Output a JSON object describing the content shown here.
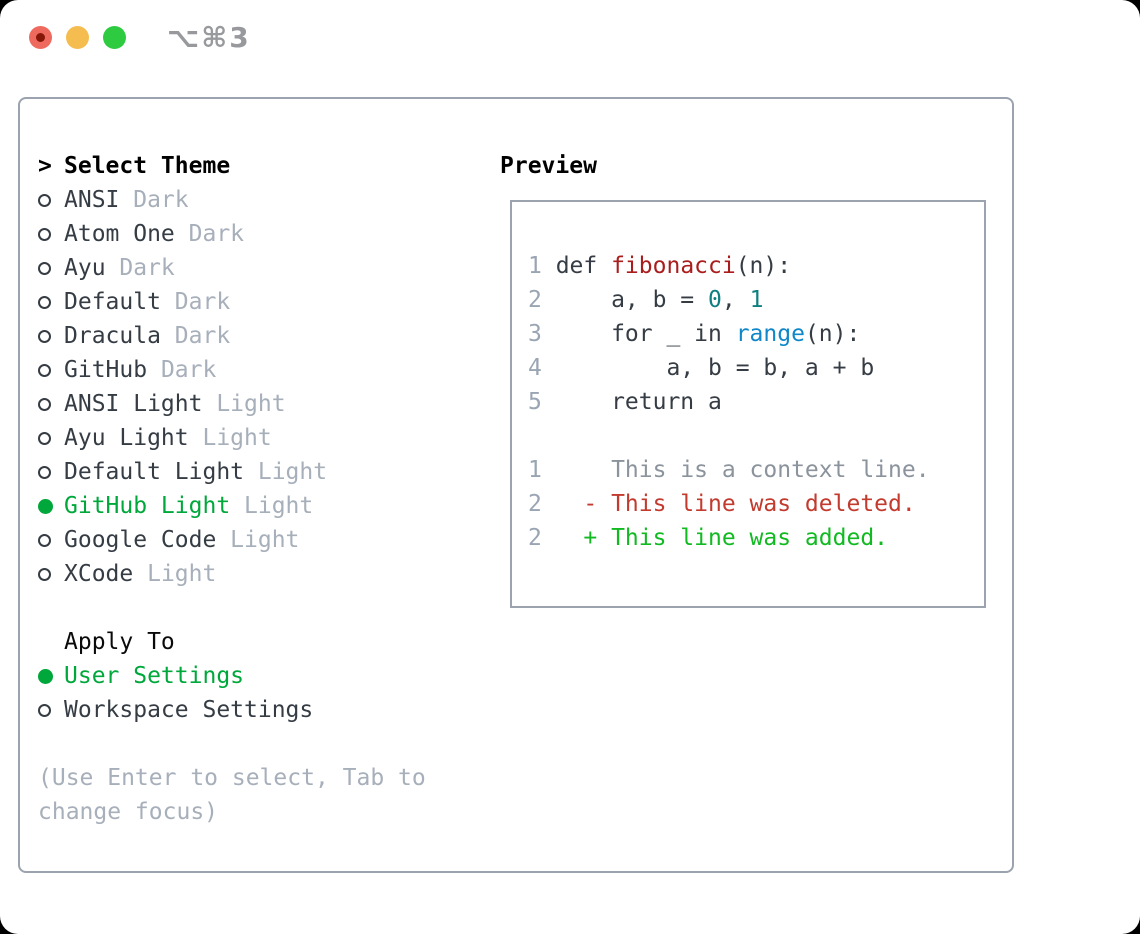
{
  "window": {
    "shortcut_label": "⌥⌘3",
    "traffic_lights": [
      "close",
      "minimize",
      "zoom"
    ]
  },
  "theme_panel": {
    "select_header": {
      "prefix": ">",
      "label": "Select Theme"
    },
    "radio_unselected_glyph": "○",
    "radio_selected_glyph": "●",
    "themes": [
      {
        "name": "ANSI",
        "variant": "Dark",
        "selected": false
      },
      {
        "name": "Atom One",
        "variant": "Dark",
        "selected": false
      },
      {
        "name": "Ayu",
        "variant": "Dark",
        "selected": false
      },
      {
        "name": "Default",
        "variant": "Dark",
        "selected": false
      },
      {
        "name": "Dracula",
        "variant": "Dark",
        "selected": false
      },
      {
        "name": "GitHub",
        "variant": "Dark",
        "selected": false
      },
      {
        "name": "ANSI Light",
        "variant": "Light",
        "selected": false
      },
      {
        "name": "Ayu Light",
        "variant": "Light",
        "selected": false
      },
      {
        "name": "Default Light",
        "variant": "Light",
        "selected": false
      },
      {
        "name": "GitHub Light",
        "variant": "Light",
        "selected": true
      },
      {
        "name": "Google Code",
        "variant": "Light",
        "selected": false
      },
      {
        "name": "XCode",
        "variant": "Light",
        "selected": false
      }
    ],
    "apply_to": {
      "header": "Apply To",
      "options": [
        {
          "name": "User Settings",
          "selected": true
        },
        {
          "name": "Workspace Settings",
          "selected": false
        }
      ]
    },
    "hint": "(Use Enter to select, Tab to change focus)"
  },
  "preview": {
    "title": "Preview",
    "lines": [
      {
        "num": "1",
        "tokens": [
          {
            "t": "def ",
            "c": "plain"
          },
          {
            "t": "fibonacci",
            "c": "func"
          },
          {
            "t": "(n):",
            "c": "plain"
          }
        ]
      },
      {
        "num": "2",
        "tokens": [
          {
            "t": "    a, b = ",
            "c": "plain"
          },
          {
            "t": "0",
            "c": "num"
          },
          {
            "t": ", ",
            "c": "plain"
          },
          {
            "t": "1",
            "c": "num"
          }
        ]
      },
      {
        "num": "3",
        "tokens": [
          {
            "t": "    for _ in ",
            "c": "plain"
          },
          {
            "t": "range",
            "c": "builtin"
          },
          {
            "t": "(n):",
            "c": "plain"
          }
        ]
      },
      {
        "num": "4",
        "tokens": [
          {
            "t": "        a, b = b, a + b",
            "c": "plain"
          }
        ]
      },
      {
        "num": "5",
        "tokens": [
          {
            "t": "    return a",
            "c": "plain"
          }
        ]
      },
      {
        "num": "",
        "tokens": []
      },
      {
        "num": "1",
        "tokens": [
          {
            "t": "    This is a context line.",
            "c": "context"
          }
        ]
      },
      {
        "num": "2",
        "tokens": [
          {
            "t": "  - This line was deleted.",
            "c": "deleted"
          }
        ]
      },
      {
        "num": "2",
        "tokens": [
          {
            "t": "  + This line was added.",
            "c": "added"
          }
        ]
      }
    ]
  },
  "colors": {
    "panel_border": "#9aa3ae",
    "text_dark": "#353c44",
    "suffix_gray": "#a7afba",
    "hint_gray": "#a7afba",
    "line_number": "#9aa5b3",
    "accent_green": "#00a83c",
    "added_green": "#12ba22",
    "deleted_red": "#c23b2e",
    "context_gray": "#8b939c",
    "code_plain": "#353c44",
    "func_red": "#aa1d1d",
    "builtin_blue": "#1087c9",
    "number_teal": "#107f80",
    "tl_red": "#ee6a5e",
    "tl_red_dot": "#851608",
    "tl_yellow": "#f5bd4f",
    "tl_green": "#2ecb41",
    "shortcut_gray": "#97999c"
  }
}
